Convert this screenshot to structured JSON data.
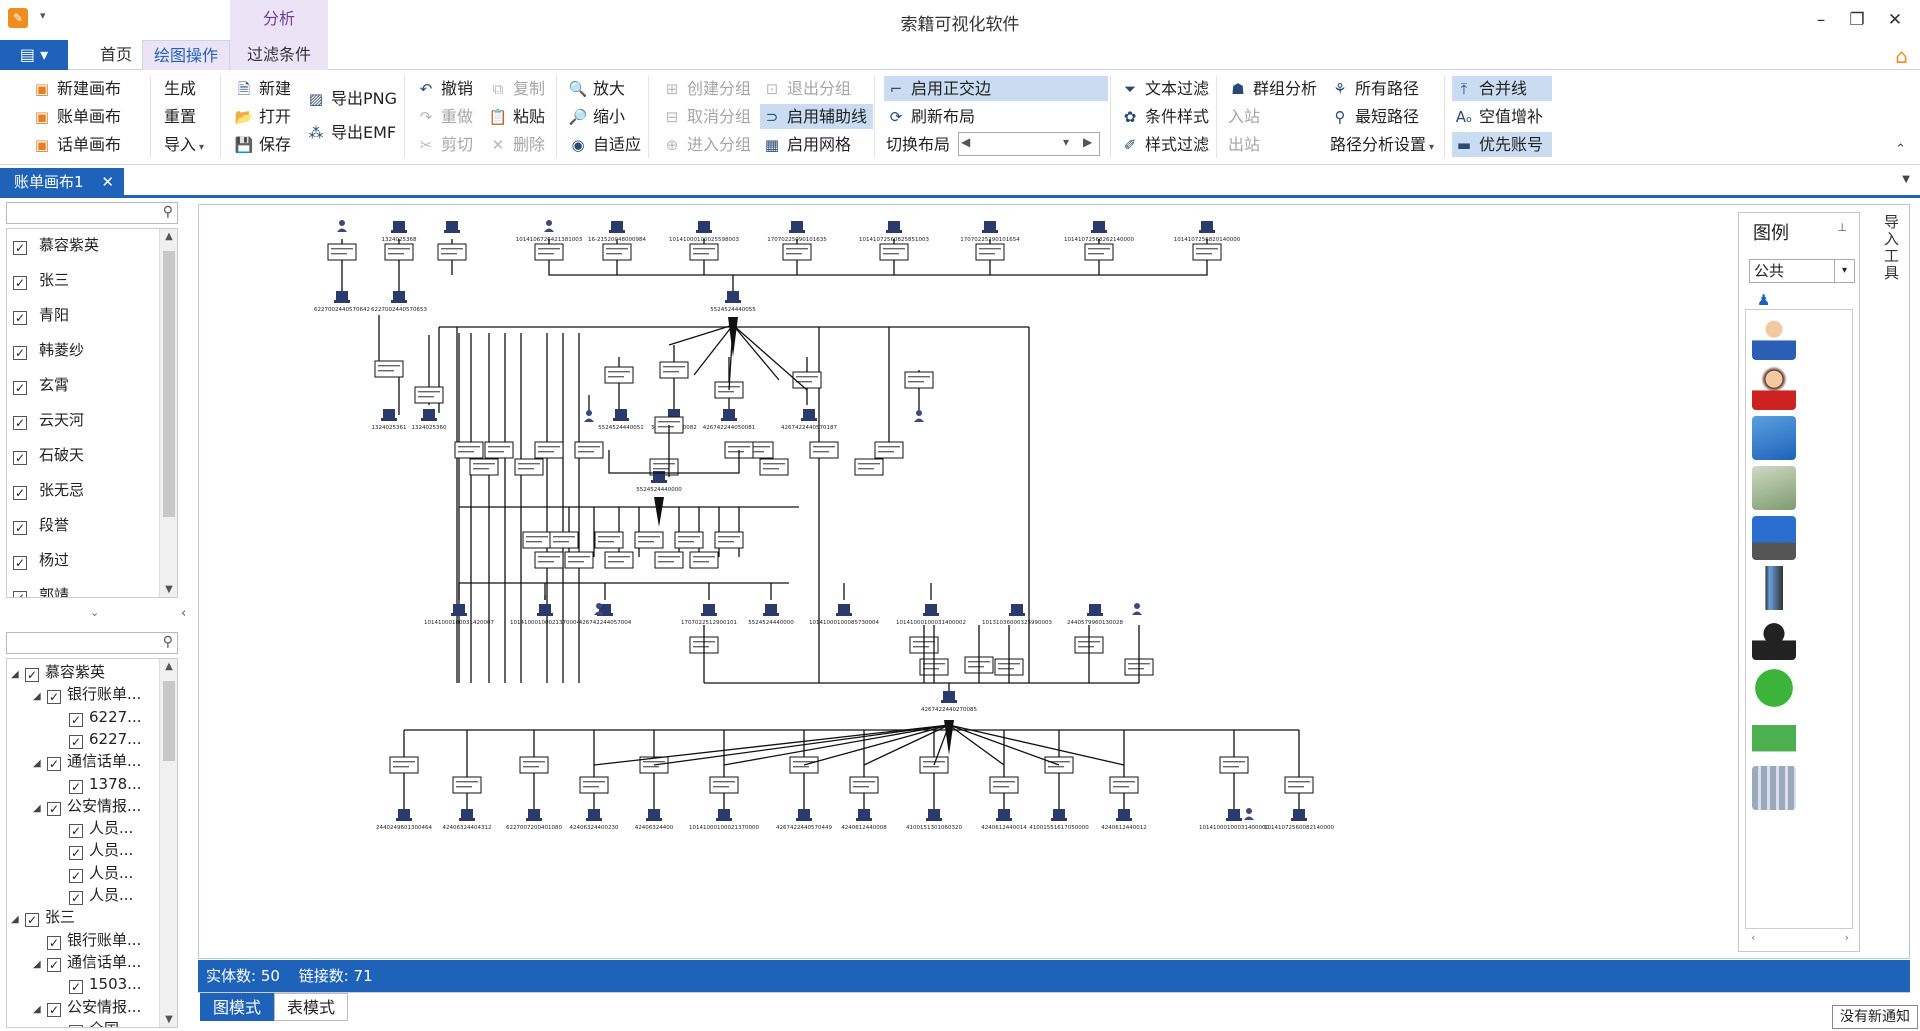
{
  "window": {
    "title": "索籍可视化软件",
    "context_group": "分析",
    "file_button": "▤",
    "minimize": "–",
    "restore": "❐",
    "close": "✕"
  },
  "tabs": {
    "home": "首页",
    "draw": "绘图操作",
    "filter": "过滤条件"
  },
  "ribbon": {
    "new_canvas": "新建画布",
    "bill_canvas": "账单画布",
    "call_canvas": "话单画布",
    "generate": "生成",
    "reset": "重置",
    "import": "导入",
    "new": "新建",
    "open": "打开",
    "save": "保存",
    "export_png": "导出PNG",
    "export_emf": "导出EMF",
    "undo": "撤销",
    "redo": "重做",
    "cut": "剪切",
    "copy": "复制",
    "paste": "粘贴",
    "delete": "删除",
    "zoom_in": "放大",
    "zoom_out": "缩小",
    "fit": "自适应",
    "create_group": "创建分组",
    "ungroup": "取消分组",
    "enter_group": "进入分组",
    "exit_group": "退出分组",
    "aux_lines": "启用辅助线",
    "grid": "启用网格",
    "ortho_edges": "启用正交边",
    "refresh_layout": "刷新布局",
    "switch_layout": "切换布局",
    "text_filter": "文本过滤",
    "cond_style": "条件样式",
    "style_filter": "样式过滤",
    "cluster": "群组分析",
    "in_station": "入站",
    "out_station": "出站",
    "all_paths": "所有路径",
    "shortest_path": "最短路径",
    "path_settings": "路径分析设置",
    "merge_lines": "合并线",
    "fill_null": "空值增补",
    "prior_account": "优先账号"
  },
  "doc_tab": {
    "label": "账单画布1",
    "close": "✕"
  },
  "person_list": [
    "慕容紫英",
    "张三",
    "青阳",
    "韩菱纱",
    "玄霄",
    "云天河",
    "石破天",
    "张无忌",
    "段誉",
    "杨过",
    "郭靖"
  ],
  "tree": [
    {
      "label": "慕容紫英",
      "level": 0,
      "tri": "◢"
    },
    {
      "label": "银行账单...",
      "level": 1,
      "tri": "◢"
    },
    {
      "label": "6227...",
      "level": 2,
      "tri": ""
    },
    {
      "label": "6227...",
      "level": 2,
      "tri": ""
    },
    {
      "label": "通信话单...",
      "level": 1,
      "tri": "◢"
    },
    {
      "label": "1378...",
      "level": 2,
      "tri": ""
    },
    {
      "label": "公安情报...",
      "level": 1,
      "tri": "◢"
    },
    {
      "label": "人员...",
      "level": 2,
      "tri": ""
    },
    {
      "label": "人员...",
      "level": 2,
      "tri": ""
    },
    {
      "label": "人员...",
      "level": 2,
      "tri": ""
    },
    {
      "label": "人员...",
      "level": 2,
      "tri": ""
    },
    {
      "label": "张三",
      "level": 0,
      "tri": "◢"
    },
    {
      "label": "银行账单...",
      "level": 1,
      "tri": ""
    },
    {
      "label": "通信话单...",
      "level": 1,
      "tri": "◢"
    },
    {
      "label": "1503...",
      "level": 2,
      "tri": ""
    },
    {
      "label": "公安情报...",
      "level": 1,
      "tri": "◢"
    },
    {
      "label": "全国...",
      "level": 2,
      "tri": ""
    }
  ],
  "legend": {
    "title": "图例",
    "pin": "⊥",
    "category": "公共",
    "icons": [
      "person-male",
      "person-female",
      "bank-card",
      "cash",
      "computer",
      "mobile-phone",
      "suspect",
      "chat",
      "group",
      "building"
    ]
  },
  "side_tool": "导入工具",
  "status": {
    "entities": "实体数: 50",
    "links": "链接数: 71"
  },
  "view_tabs": {
    "graph": "图模式",
    "table": "表模式"
  },
  "notification": "没有新通知",
  "graph": {
    "top_nodes": [
      "1324025368",
      "",
      "1014106726421381003",
      "16-21520048000984",
      "10141000100025598003",
      "17070225090101635",
      "10141072560825851003",
      "17070225290101654",
      "10141072568262140000",
      "1014107256820140000"
    ],
    "left_top_nodes": [
      "6227002440570642",
      "6227002440570653"
    ],
    "hub1": "5524524440055",
    "hub2": "5524524440000",
    "hub3": "4267422440270085",
    "mid_nodes": [
      "1324025361",
      "1324025360",
      "5524524440051",
      "5524524440082",
      "426742244050081",
      "4267422440570187"
    ],
    "row3_nodes": [
      "10141000100031420007",
      "10141000100021370004",
      "426742244057004",
      "1707022512900101",
      "5524524440000",
      "10141000100085730004",
      "10141000100031400002",
      "10131036000325990003",
      "2440579960130028"
    ],
    "bottom_nodes": [
      "2440249601300464",
      "42406324404312",
      "6227007200401080",
      "42406324400230",
      "42406324400",
      "10141000100021370000",
      "4267422440570449",
      "4240612440008",
      "4100151301060320",
      "4240612440014",
      "41001551617050000",
      "4240612440012",
      "10141000100031400000",
      "10141072560082140000"
    ]
  }
}
